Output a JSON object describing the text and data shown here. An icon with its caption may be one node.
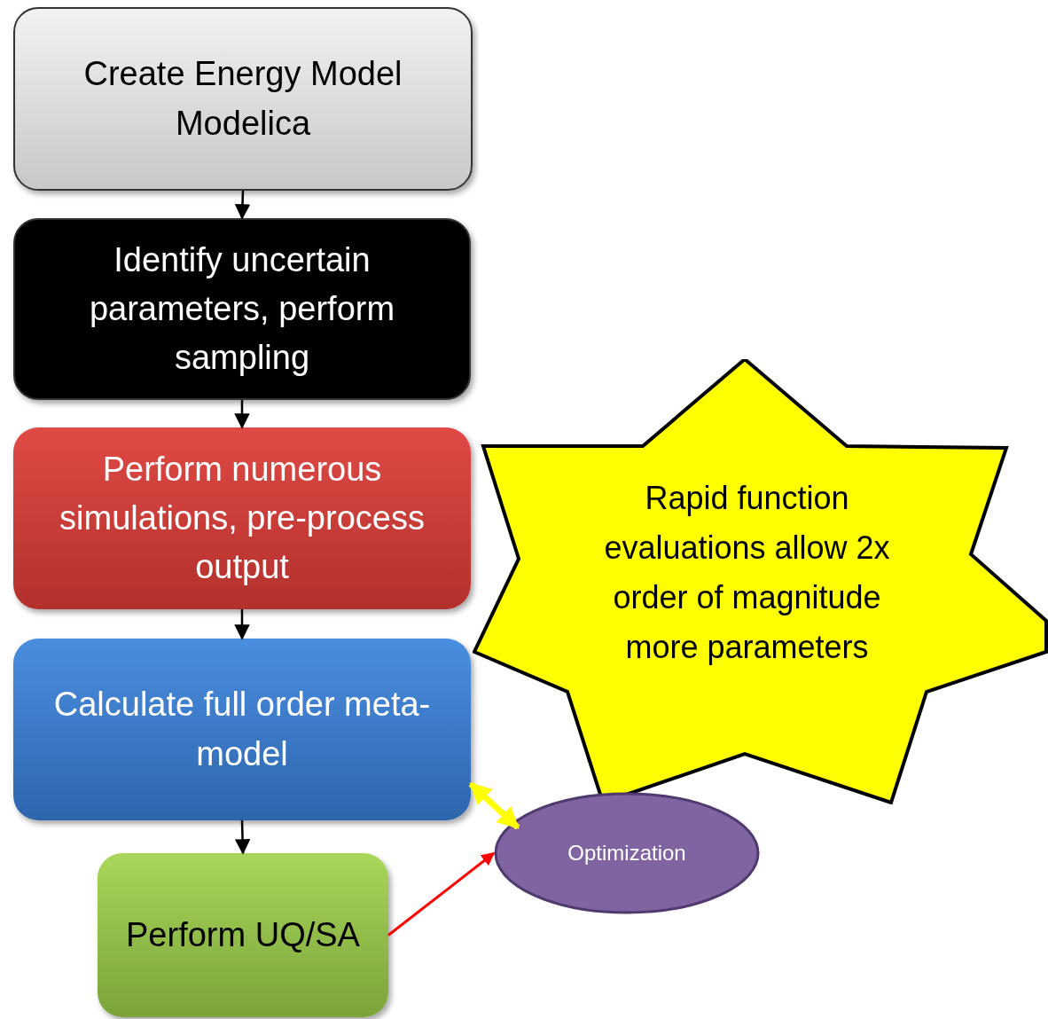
{
  "diagram": {
    "nodes": [
      {
        "text": [
          "Create Energy Model",
          "Modelica"
        ]
      },
      {
        "text": [
          "Identify uncertain parameters, perform sampling"
        ]
      },
      {
        "text": [
          "Perform numerous simulations, pre-process output"
        ]
      },
      {
        "text": [
          "Calculate full order meta-model"
        ]
      },
      {
        "text": [
          "Perform UQ/SA"
        ]
      },
      {
        "text": [
          "Rapid function evaluations allow 2x order of magnitude more parameters"
        ]
      },
      {
        "text": [
          "Optimization"
        ]
      }
    ],
    "edges": [
      {
        "from": 0,
        "to": 1,
        "arrow": "to"
      },
      {
        "from": 1,
        "to": 2,
        "arrow": "to"
      },
      {
        "from": 2,
        "to": 3,
        "arrow": "to"
      },
      {
        "from": 3,
        "to": 4,
        "arrow": "to"
      },
      {
        "from": 3,
        "to": 6,
        "arrow": "both",
        "style": "thick",
        "color": "#ffff00"
      },
      {
        "from": 4,
        "to": 6,
        "arrow": "to",
        "color": "#ff0000"
      }
    ]
  }
}
